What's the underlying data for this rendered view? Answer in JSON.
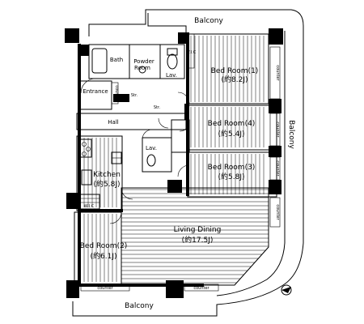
{
  "labels": {
    "balcony_top": "Balcony",
    "balcony_right": "Balcony",
    "balcony_bottom": "Balcony",
    "bath": "Bath",
    "powder_room_1": "Powder",
    "powder_room_2": "Room",
    "lav_top": "Lav.",
    "entrance": "Entrance",
    "hall": "Hall",
    "str_1": "Str.",
    "str_2": "Str.",
    "lav_mid": "Lav.",
    "bed1_name": "Bed Room(1)",
    "bed1_size": "(約8.2J)",
    "bed4_name": "Bed Room(4)",
    "bed4_size": "(約5.4J)",
    "bed3_name": "Bed Room(3)",
    "bed3_size": "(約5.8J)",
    "kitchen_name": "Kitchen",
    "kitchen_size": "(約5.8J)",
    "living_name": "Living Dining",
    "living_size": "(約17.5J)",
    "bed2_name": "Bed Room(2)",
    "bed2_size": "(約6.1J)",
    "counter": "counter",
    "wic": "W.I.C"
  },
  "colors": {
    "line": "#000000",
    "paper": "#ffffff"
  }
}
